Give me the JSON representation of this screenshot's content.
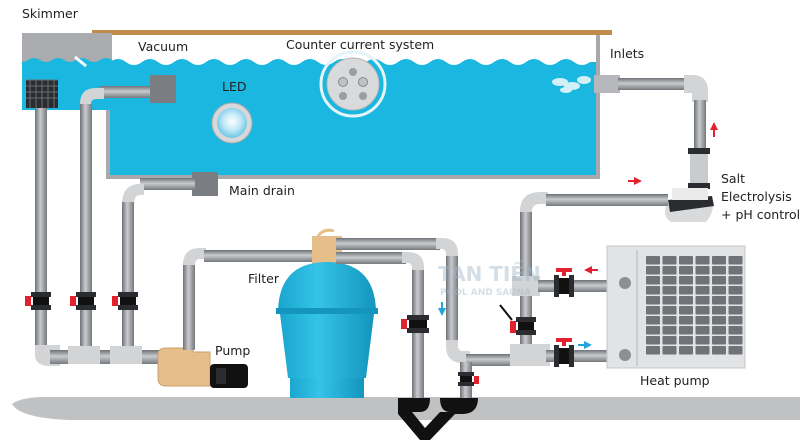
{
  "diagram": {
    "title": "Swimming pool circulation system",
    "labels": {
      "skimmer": "Skimmer",
      "vacuum": "Vacuum",
      "counter_current": "Counter current system",
      "inlets": "Inlets",
      "led": "LED",
      "main_drain": "Main drain",
      "salt_1": "Salt",
      "salt_2": "Electrolysis",
      "salt_3": "+ pH control",
      "filter": "Filter",
      "pump": "Pump",
      "heat_pump": "Heat pump"
    },
    "watermark": {
      "brand": "TAN TIẾN",
      "tagline": "POOL AND SAUNA"
    },
    "colors": {
      "water": "#1ab7e0",
      "pipe": "#8c8f93",
      "fitting": "#d2d4d6",
      "valve_handle": "#e2232e",
      "arrow_red": "#e2232e",
      "arrow_blue": "#1ea6dd",
      "pump_body": "#e6be8a",
      "filter_tank": "#1fb4dc",
      "ground": "#bfc1c3",
      "deck": "#c08a4a"
    }
  }
}
